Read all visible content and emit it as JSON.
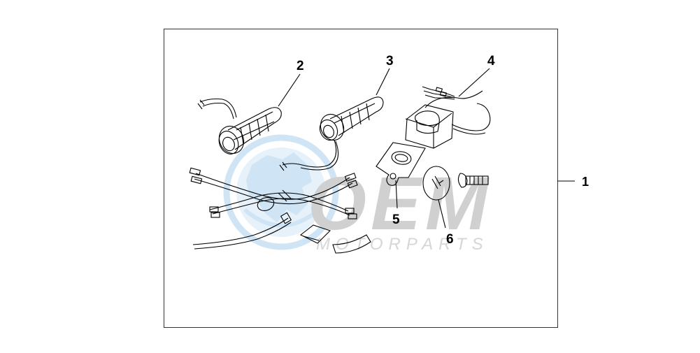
{
  "callouts": {
    "c1": "1",
    "c2": "2",
    "c3": "3",
    "c4": "4",
    "c5": "5",
    "c6": "6"
  },
  "watermark": {
    "logo_text": "OEM",
    "sub_text": "MOTORPARTS"
  },
  "colors": {
    "line": "#000000",
    "frame": "#333333",
    "watermark_grey": "#d0d0d0",
    "watermark_blue": "#cfe5f5"
  }
}
